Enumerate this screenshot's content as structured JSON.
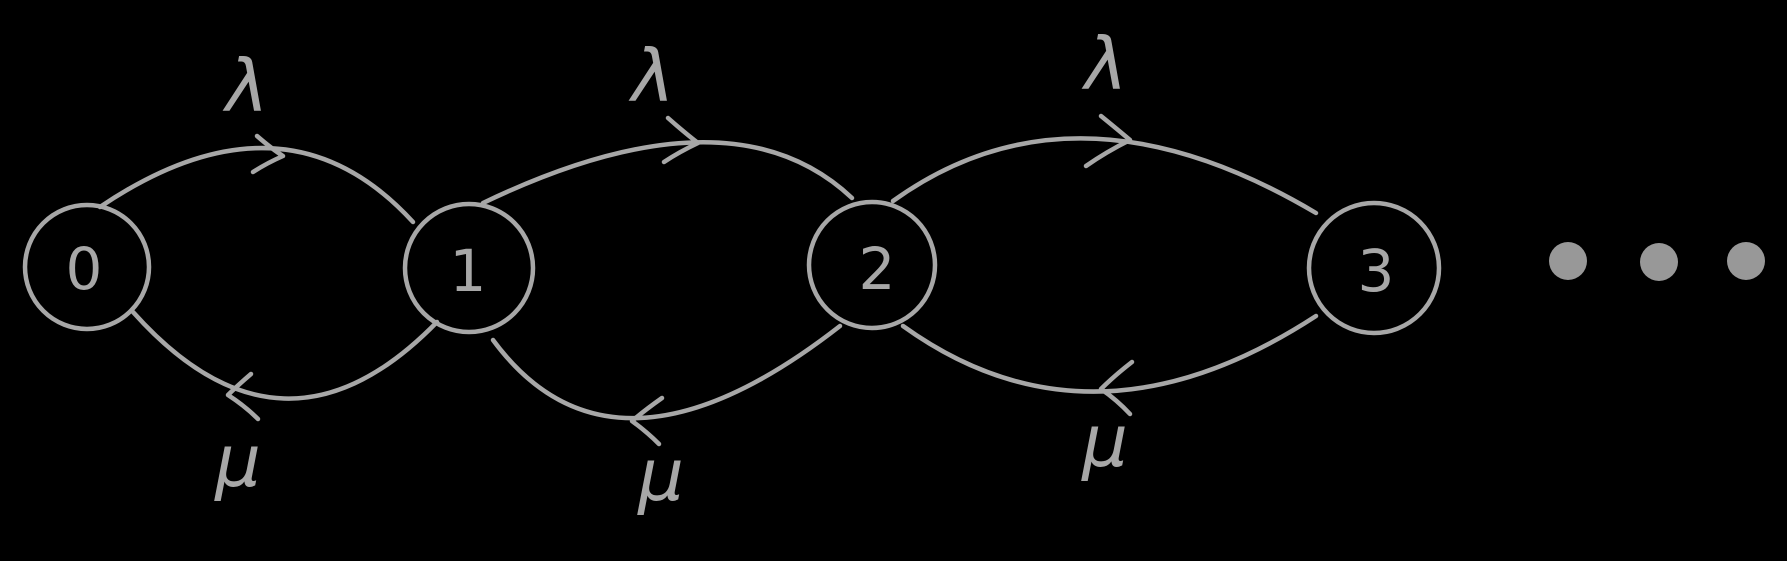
{
  "diagram": {
    "description": "Hand-drawn state transition diagram of a birth-death Markov chain",
    "colors": {
      "background": "#000000",
      "stroke": "#a7a7a7",
      "dots": "#989898"
    },
    "states": [
      {
        "label": "0"
      },
      {
        "label": "1"
      },
      {
        "label": "2"
      },
      {
        "label": "3"
      }
    ],
    "transitions": [
      {
        "from": "0",
        "to": "1",
        "label": "λ",
        "direction": "right"
      },
      {
        "from": "1",
        "to": "2",
        "label": "λ",
        "direction": "right"
      },
      {
        "from": "2",
        "to": "3",
        "label": "λ",
        "direction": "right"
      },
      {
        "from": "1",
        "to": "0",
        "label": "μ",
        "direction": "left"
      },
      {
        "from": "2",
        "to": "1",
        "label": "μ",
        "direction": "left"
      },
      {
        "from": "3",
        "to": "2",
        "label": "μ",
        "direction": "left"
      }
    ],
    "ellipsis": {
      "dot_count": 3
    }
  }
}
